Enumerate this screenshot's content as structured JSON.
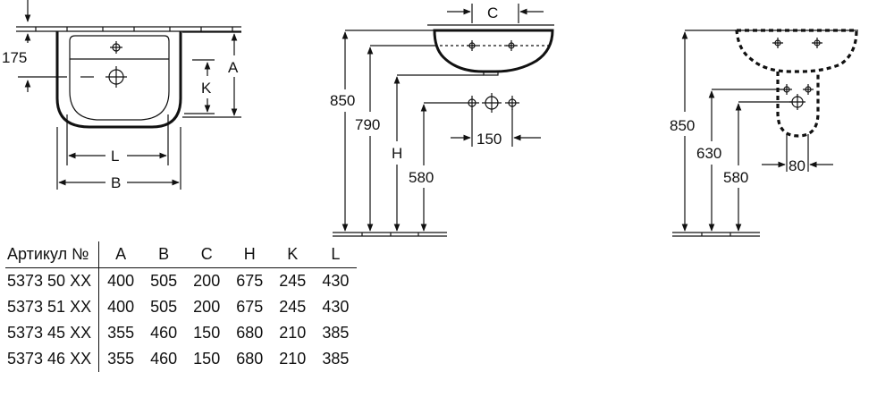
{
  "drawing": {
    "top_view": {
      "dim_175": "175",
      "dim_A": "A",
      "dim_K": "K",
      "dim_L": "L",
      "dim_B": "B"
    },
    "side_view": {
      "dim_C": "C",
      "dim_850": "850",
      "dim_790": "790",
      "dim_H": "H",
      "dim_580": "580",
      "dim_150": "150"
    },
    "pedestal_view": {
      "dim_850": "850",
      "dim_630": "630",
      "dim_580": "580",
      "dim_80": "80"
    }
  },
  "table": {
    "headers": [
      "Артикул №",
      "A",
      "B",
      "C",
      "H",
      "K",
      "L"
    ],
    "rows": [
      [
        "5373 50 XX",
        "400",
        "505",
        "200",
        "675",
        "245",
        "430"
      ],
      [
        "5373 51 XX",
        "400",
        "505",
        "200",
        "675",
        "245",
        "430"
      ],
      [
        "5373 45 XX",
        "355",
        "460",
        "150",
        "680",
        "210",
        "385"
      ],
      [
        "5373 46 XX",
        "355",
        "460",
        "150",
        "680",
        "210",
        "385"
      ]
    ]
  }
}
